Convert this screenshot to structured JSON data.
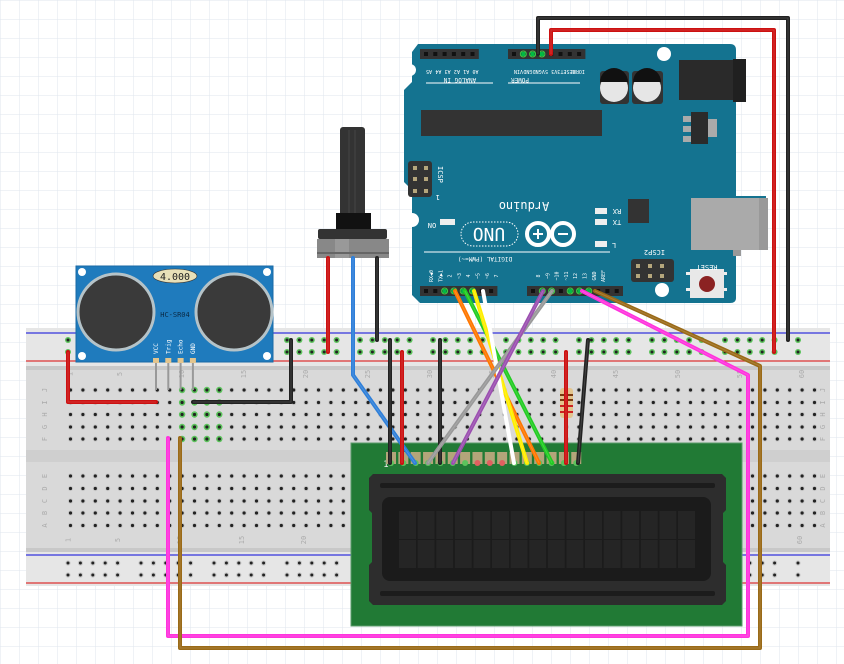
{
  "title": "Arduino UNO with HC-SR04 ultrasonic sensor, potentiometer and 16x2 LCD on breadboard",
  "colors": {
    "grid": "#dfe6ee",
    "breadboard": "#d9d9d9",
    "breadboard_rail": "#e8e8e8",
    "rail_blue": "#3333dd",
    "rail_red": "#dd3333",
    "arduino_board": "#147390",
    "sensor_board": "#1f7bbd",
    "lcd_pcb": "#217a35",
    "lcd_bezel": "#2d2d2d",
    "hole_connected": "#5cc35c"
  },
  "arduino": {
    "brand": "Arduino",
    "model": "UNO",
    "on_label": "ON",
    "rx_label": "RX",
    "tx_label": "TX",
    "l_label": "L",
    "icsp_label": "ICSP",
    "icsp2_label": "ICSP2",
    "icsp_pin1": "1",
    "reset_label": "RESET",
    "analog_label": "ANALOG IN",
    "power_label": "POWER",
    "digital_label": "DIGITAL (PWM=~)",
    "analog_pins": [
      "A5",
      "A4",
      "A3",
      "A2",
      "A1",
      "A0"
    ],
    "power_pins": [
      "VIN",
      "GND",
      "GND",
      "5V",
      "3V3",
      "RESET",
      "IOREF",
      ""
    ],
    "digital_pins_left": [
      "RX◀0",
      "TX▶1",
      "2",
      "~3",
      "4",
      "~5",
      "~6",
      "7"
    ],
    "digital_pins_right": [
      "8",
      "~9",
      "~10",
      "~11",
      "12",
      "13",
      "GND",
      "AREF",
      "",
      ""
    ]
  },
  "sensor": {
    "model": "HC-SR04",
    "crystal": "4.000",
    "pins": [
      "VCC",
      "Trig",
      "Echo",
      "GND"
    ]
  },
  "breadboard": {
    "rows_top": [
      "J",
      "I",
      "H",
      "G",
      "F"
    ],
    "rows_bottom": [
      "E",
      "D",
      "C",
      "B",
      "A"
    ],
    "column_labels": [
      "1",
      "5",
      "10",
      "15",
      "20",
      "25",
      "30",
      "35",
      "40",
      "45",
      "50",
      "55",
      "60"
    ]
  },
  "lcd": {
    "pin1_label": "1",
    "columns": 16,
    "rows": 2
  },
  "wires": [
    {
      "name": "5v-to-rail",
      "color": "#cc1111"
    },
    {
      "name": "gnd-to-rail",
      "color": "#222222"
    },
    {
      "name": "pot-wiper",
      "color": "#2e7fd9"
    },
    {
      "name": "trig-to-12",
      "color": "#ff33dd"
    },
    {
      "name": "echo-to-13",
      "color": "#9a6a17"
    },
    {
      "name": "lcd-d7",
      "color": "#ff7700"
    },
    {
      "name": "lcd-d6",
      "color": "#22cc22"
    },
    {
      "name": "lcd-d5",
      "color": "#ffee00"
    },
    {
      "name": "lcd-d4",
      "color": "#ffffff"
    },
    {
      "name": "lcd-rs",
      "color": "#999999"
    },
    {
      "name": "lcd-en",
      "color": "#9b4fb0"
    }
  ]
}
